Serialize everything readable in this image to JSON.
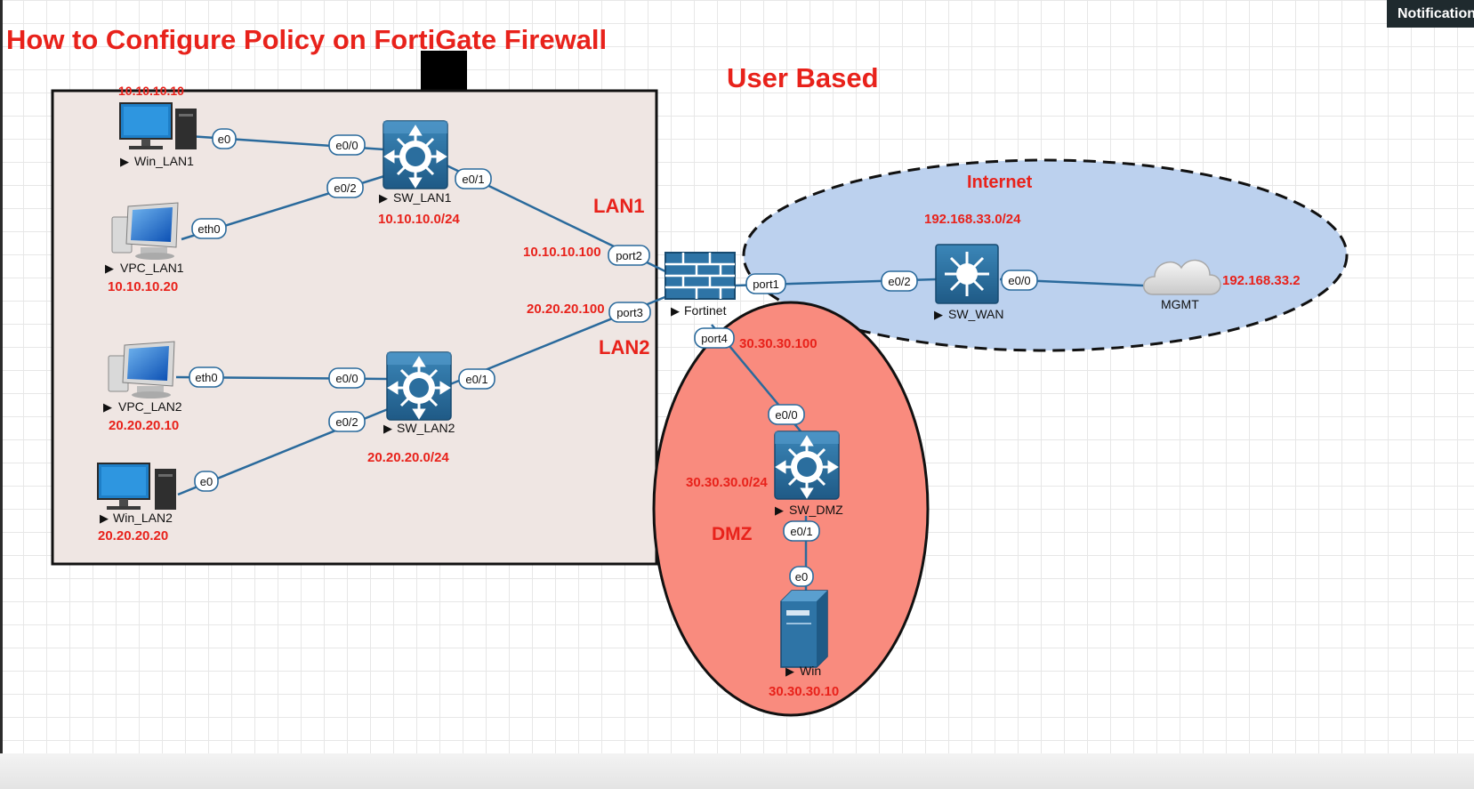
{
  "header": {
    "title": "How to Configure Policy on FortiGate Firewall",
    "subtitle": "User Based",
    "notification": "Notifications"
  },
  "colors": {
    "title_red": "#e8221b",
    "zone_box_fill": "#efe6e3",
    "internet_zone_fill": "#bcd1ee",
    "dmz_zone_fill": "#f98b7e",
    "link_blue": "#2a6a9c",
    "device_blue": "#2e74a6"
  },
  "zones": {
    "lan1": "LAN1",
    "lan2": "LAN2",
    "internet": "Internet",
    "dmz": "DMZ"
  },
  "devices": {
    "win_lan1": {
      "name": "Win_LAN1",
      "ip": "10.10.10.10",
      "icon": "desktop-pc-icon"
    },
    "vpc_lan1": {
      "name": "VPC_LAN1",
      "ip": "10.10.10.20",
      "icon": "vpc-monitor-icon"
    },
    "sw_lan1": {
      "name": "SW_LAN1",
      "subnet": "10.10.10.0/24",
      "icon": "switch-icon"
    },
    "vpc_lan2": {
      "name": "VPC_LAN2",
      "ip": "20.20.20.10",
      "icon": "vpc-monitor-icon"
    },
    "sw_lan2": {
      "name": "SW_LAN2",
      "subnet": "20.20.20.0/24",
      "icon": "switch-icon"
    },
    "win_lan2": {
      "name": "Win_LAN2",
      "ip": "20.20.20.20",
      "icon": "desktop-pc-icon"
    },
    "fortinet": {
      "name": "Fortinet",
      "port2_ip": "10.10.10.100",
      "port3_ip": "20.20.20.100",
      "port4_ip": "30.30.30.100",
      "icon": "firewall-icon"
    },
    "sw_wan": {
      "name": "SW_WAN",
      "subnet": "192.168.33.0/24",
      "icon": "l3-switch-icon"
    },
    "mgmt": {
      "name": "MGMT",
      "ip": "192.168.33.2",
      "icon": "cloud-icon"
    },
    "sw_dmz": {
      "name": "SW_DMZ",
      "subnet": "30.30.30.0/24",
      "icon": "switch-icon"
    },
    "win_dmz": {
      "name": "Win",
      "ip": "30.30.30.10",
      "icon": "server-icon"
    }
  },
  "interfaces": {
    "win_lan1_e0": "e0",
    "sw_lan1_e00": "e0/0",
    "sw_lan1_e02": "e0/2",
    "vpc_lan1_eth0": "eth0",
    "sw_lan1_e01": "e0/1",
    "fw_port2": "port2",
    "fw_port3": "port3",
    "fw_port1": "port1",
    "fw_port4": "port4",
    "vpc_lan2_eth0": "eth0",
    "sw_lan2_e00": "e0/0",
    "sw_lan2_e01": "e0/1",
    "sw_lan2_e02": "e0/2",
    "win_lan2_e0": "e0",
    "sw_wan_e02": "e0/2",
    "sw_wan_e00": "e0/0",
    "sw_dmz_e00": "e0/0",
    "sw_dmz_e01": "e0/1",
    "win_dmz_e0": "e0"
  }
}
